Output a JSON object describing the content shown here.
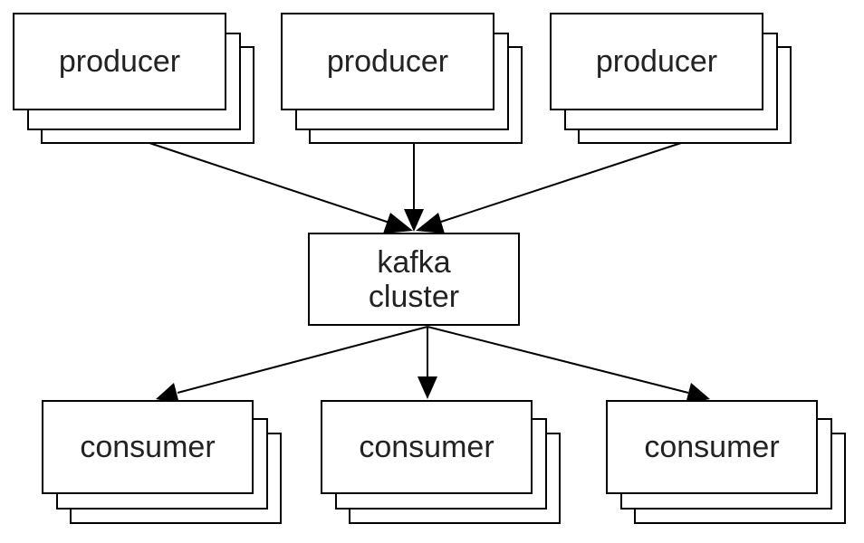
{
  "producers": [
    {
      "label": "producer"
    },
    {
      "label": "producer"
    },
    {
      "label": "producer"
    }
  ],
  "cluster": {
    "line1": "kafka",
    "line2": "cluster"
  },
  "consumers": [
    {
      "label": "consumer"
    },
    {
      "label": "consumer"
    },
    {
      "label": "consumer"
    }
  ],
  "colors": {
    "stroke": "#000000",
    "fill": "#ffffff",
    "text": "#222222"
  }
}
